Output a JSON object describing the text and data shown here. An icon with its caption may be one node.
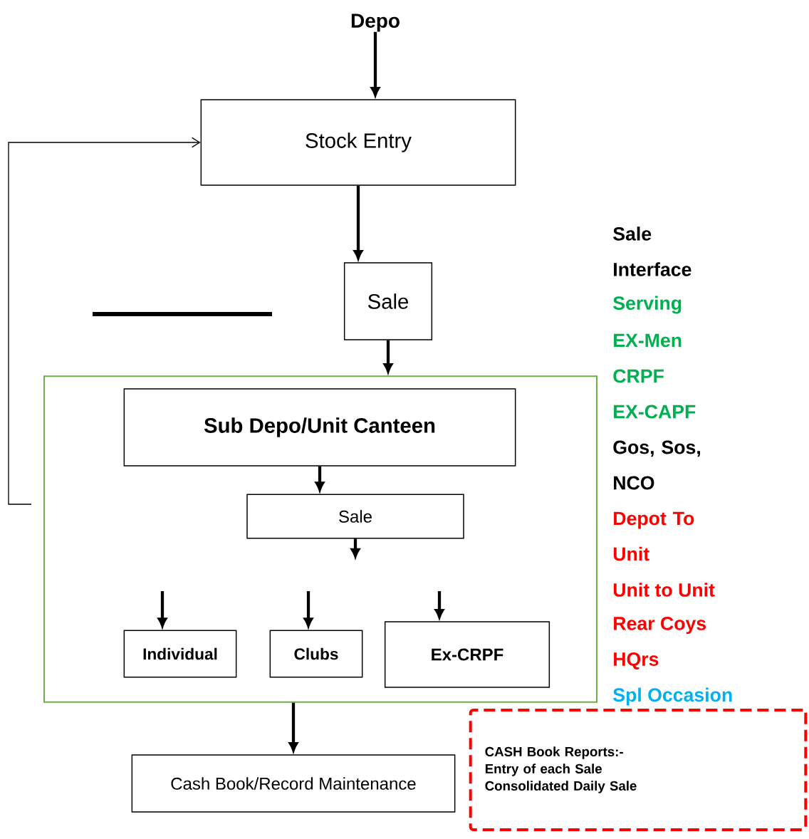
{
  "diagram": {
    "nodes": [
      {
        "text": [
          "Depo"
        ]
      },
      {
        "text": [
          "Stock Entry"
        ]
      },
      {
        "text": [
          "Sale"
        ]
      },
      {
        "text": [],
        "shape": "box"
      },
      {
        "text": [
          "Sub Depo/Unit Canteen"
        ],
        "in": 3
      },
      {
        "text": [
          "Sale"
        ],
        "in": 3
      },
      {
        "text": [
          "Individual"
        ],
        "in": 3
      },
      {
        "text": [
          "Clubs"
        ],
        "in": 3
      },
      {
        "text": [
          "Ex-CRPF"
        ],
        "in": 3
      },
      {
        "text": [
          "Cash Book/Record Maintenance"
        ]
      },
      {
        "text": [
          "CASH Book Reports:-",
          "Entry of each Sale",
          "Consolidated Daily Sale"
        ]
      }
    ],
    "edges": [
      {
        "from": 0,
        "to": 1,
        "arrow": "to"
      },
      {
        "from": 1,
        "to": 2,
        "arrow": "to"
      },
      {
        "from": 2,
        "to": 3,
        "arrow": "to"
      },
      {
        "from": 4,
        "to": 5,
        "arrow": "to"
      },
      {
        "from": 5,
        "to": null,
        "arrow": "to"
      },
      {
        "from": null,
        "to": 6,
        "arrow": "to"
      },
      {
        "from": null,
        "to": 7,
        "arrow": "to"
      },
      {
        "from": null,
        "to": 8,
        "arrow": "to"
      },
      {
        "from": 3,
        "to": 9,
        "arrow": "to"
      },
      {
        "from": 3,
        "to": 1,
        "arrow": "to"
      }
    ],
    "labels": [
      "Sale Interface",
      "Serving",
      "EX-Men",
      "CRPF",
      "EX-CAPF",
      "Gos, Sos, NCO",
      "Depot To Unit",
      "Unit to Unit",
      "Rear Coys",
      "HQrs",
      "Spl Occasion"
    ]
  }
}
